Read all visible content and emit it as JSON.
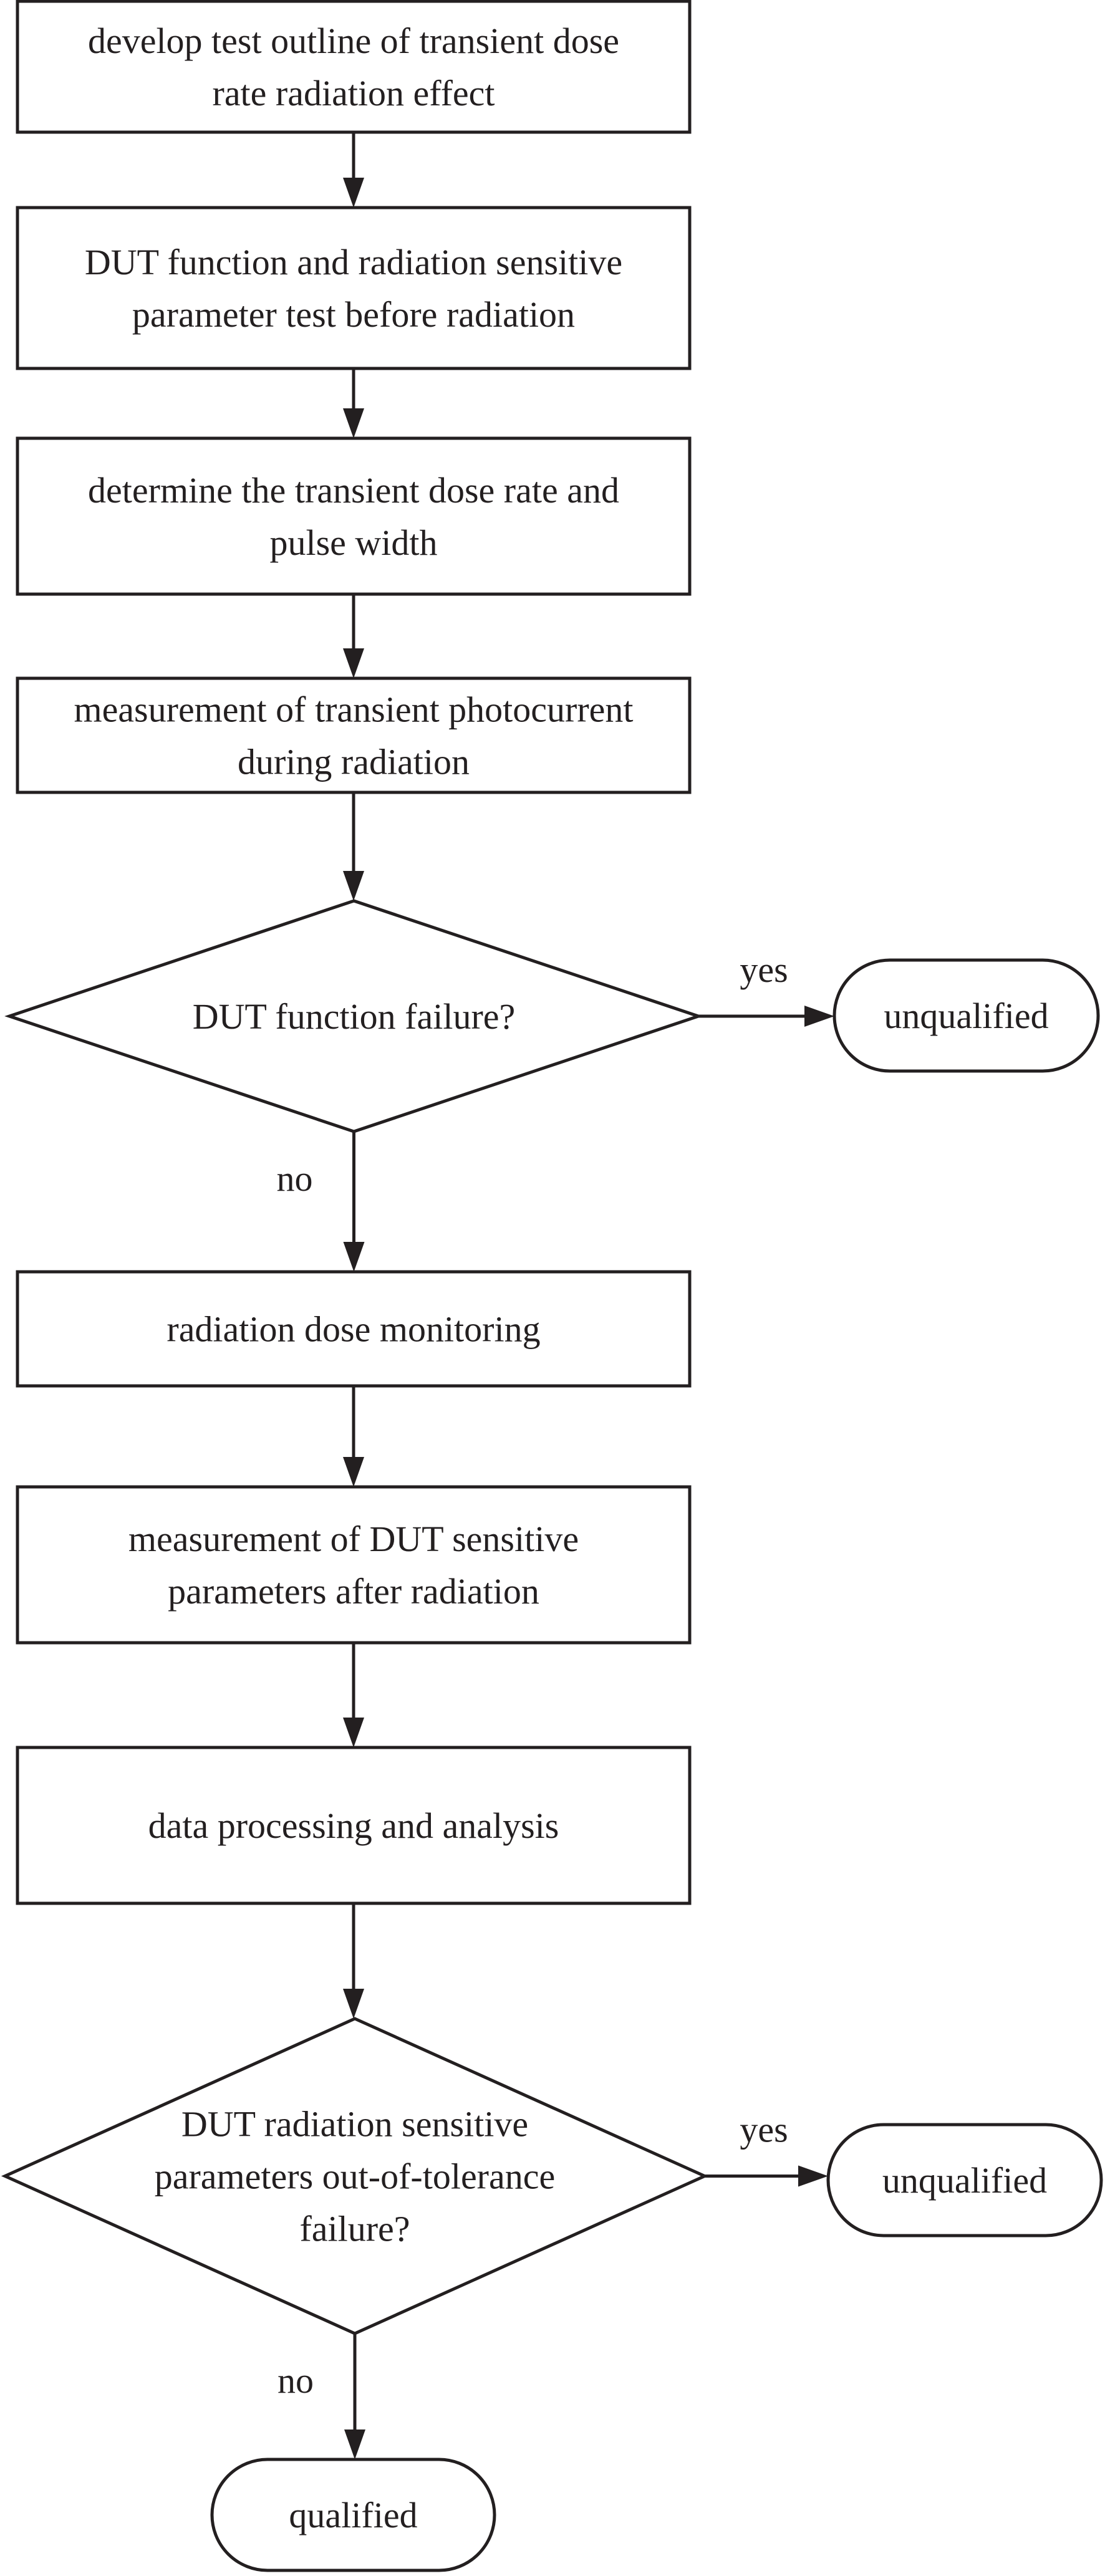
{
  "flowchart": {
    "nodes": [
      {
        "id": "develop-outline",
        "shape": "process",
        "lines": [
          "develop test outline of transient dose",
          "rate radiation effect"
        ]
      },
      {
        "id": "pre-radiation-test",
        "shape": "process",
        "lines": [
          "DUT function and radiation sensitive",
          "parameter test before radiation"
        ]
      },
      {
        "id": "determine-dose-rate",
        "shape": "process",
        "lines": [
          "determine the transient dose rate and",
          "pulse width"
        ]
      },
      {
        "id": "photocurrent-measurement",
        "shape": "process",
        "lines": [
          "measurement of transient photocurrent",
          "during radiation"
        ]
      },
      {
        "id": "function-failure-decision",
        "shape": "decision",
        "lines": [
          "DUT function failure?"
        ]
      },
      {
        "id": "unqualified-1",
        "shape": "terminal",
        "lines": [
          "unqualified"
        ]
      },
      {
        "id": "dose-monitoring",
        "shape": "process",
        "lines": [
          "radiation dose monitoring"
        ]
      },
      {
        "id": "post-radiation-measurement",
        "shape": "process",
        "lines": [
          "measurement of DUT sensitive",
          "parameters after radiation"
        ]
      },
      {
        "id": "data-analysis",
        "shape": "process",
        "lines": [
          "data processing and analysis"
        ]
      },
      {
        "id": "tolerance-failure-decision",
        "shape": "decision",
        "lines": [
          "DUT radiation sensitive",
          "parameters out-of-tolerance",
          "failure?"
        ]
      },
      {
        "id": "unqualified-2",
        "shape": "terminal",
        "lines": [
          "unqualified"
        ]
      },
      {
        "id": "qualified",
        "shape": "terminal",
        "lines": [
          "qualified"
        ]
      }
    ],
    "edges": [
      {
        "from": "develop-outline",
        "to": "pre-radiation-test",
        "label": ""
      },
      {
        "from": "pre-radiation-test",
        "to": "determine-dose-rate",
        "label": ""
      },
      {
        "from": "determine-dose-rate",
        "to": "photocurrent-measurement",
        "label": ""
      },
      {
        "from": "photocurrent-measurement",
        "to": "function-failure-decision",
        "label": ""
      },
      {
        "from": "function-failure-decision",
        "to": "unqualified-1",
        "label": "yes"
      },
      {
        "from": "function-failure-decision",
        "to": "dose-monitoring",
        "label": "no"
      },
      {
        "from": "dose-monitoring",
        "to": "post-radiation-measurement",
        "label": ""
      },
      {
        "from": "post-radiation-measurement",
        "to": "data-analysis",
        "label": ""
      },
      {
        "from": "data-analysis",
        "to": "tolerance-failure-decision",
        "label": ""
      },
      {
        "from": "tolerance-failure-decision",
        "to": "unqualified-2",
        "label": "yes"
      },
      {
        "from": "tolerance-failure-decision",
        "to": "qualified",
        "label": "no"
      }
    ]
  },
  "colors": {
    "stroke": "#231f20",
    "text": "#231f20",
    "background": "#ffffff"
  }
}
